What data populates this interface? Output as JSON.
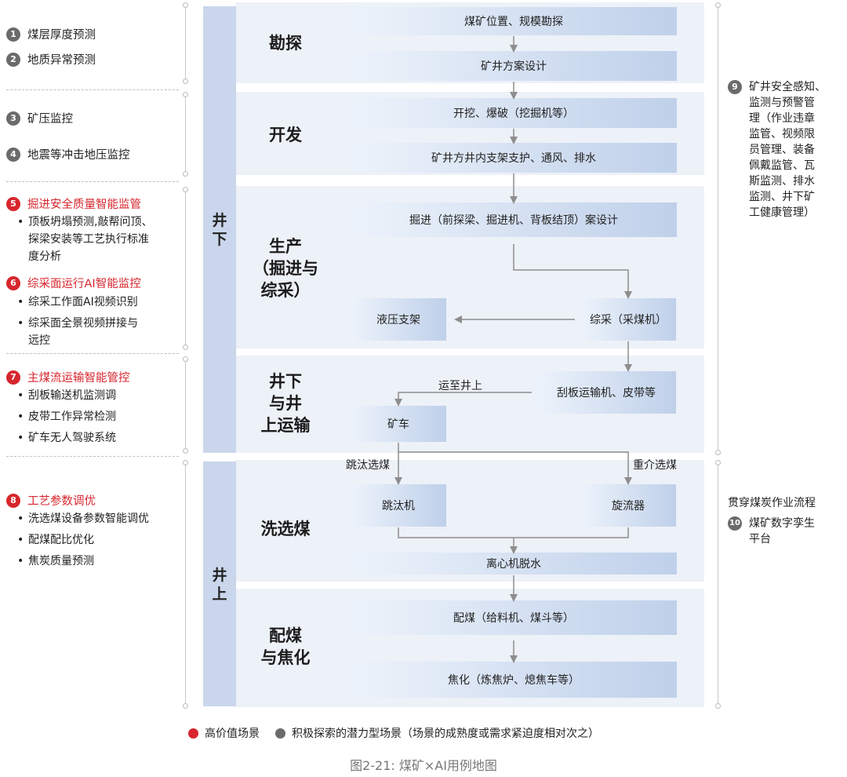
{
  "left": {
    "s1": {
      "num": "1",
      "label": "煤层厚度预测"
    },
    "s2": {
      "num": "2",
      "label": "地质异常预测"
    },
    "s3": {
      "num": "3",
      "label": "矿压监控"
    },
    "s4": {
      "num": "4",
      "label": "地震等冲击地压监控"
    },
    "s5": {
      "num": "5",
      "label": "掘进安全质量智能监管",
      "bullets": [
        "顶板坍塌预测,敲帮问顶、",
        "探梁安装等工艺执行标准",
        "度分析"
      ]
    },
    "s6": {
      "num": "6",
      "label": "综采面运行AI智能监控",
      "bullets": [
        "综采工作面AI视频识别",
        "综采面全景视频拼接与",
        "远控"
      ]
    },
    "s7": {
      "num": "7",
      "label": "主煤流运输智能管控",
      "bullets": [
        "刮板输送机监测调",
        "皮带工作异常检测",
        "矿车无人驾驶系统"
      ]
    },
    "s8": {
      "num": "8",
      "label": "工艺参数调优",
      "bullets": [
        "洗选煤设备参数智能调优",
        "配煤配比优化",
        "焦炭质量预测"
      ]
    }
  },
  "columns": {
    "underground": [
      "井",
      "下"
    ],
    "surface": [
      "井",
      "上"
    ]
  },
  "stages": {
    "explore": "勘探",
    "develop": "开发",
    "produce": [
      "生产",
      "（掘进与",
      "综采）"
    ],
    "transport": [
      "井下",
      "与井",
      "上运输"
    ],
    "wash": "洗选煤",
    "blend": [
      "配煤",
      "与焦化"
    ]
  },
  "boxes": {
    "b1": "煤矿位置、规模勘探",
    "b2": "矿井方案设计",
    "b3": "开挖、爆破（挖掘机等）",
    "b4": "矿井方井内支架支护、通风、排水",
    "b5": "掘进（前探梁、掘进机、背板结顶）案设计",
    "b6": "液压支架",
    "b7": "综采（采煤机）",
    "b8": "刮板运输机、皮带等",
    "b9": "矿车",
    "b10": "跳汰机",
    "b11": "旋流器",
    "b12": "离心机脱水",
    "b13": "配煤（给料机、煤斗等）",
    "b14": "焦化（炼焦炉、熄焦车等）"
  },
  "notes": {
    "to_surface": "运至井上",
    "jig": "跳汰选煤",
    "dense": "重介选煤"
  },
  "right": {
    "s9": {
      "num": "9",
      "lines": [
        "矿井安全感知、",
        "监测与预警管",
        "理（作业违章",
        "监管、视频限",
        "员管理、装备",
        "佩戴监管、瓦",
        "斯监测、排水",
        "监测、井下矿",
        "工健康管理）"
      ]
    },
    "through": "贯穿煤炭作业流程",
    "s10": {
      "num": "10",
      "lines": [
        "煤矿数字孪生",
        "平台"
      ]
    }
  },
  "legend": {
    "high": "高价值场景",
    "potential": "积极探索的潜力型场景（场景的成熟度或需求紧迫度相对次之）"
  },
  "caption": "图2-21: 煤矿×AI用例地图",
  "colors": {
    "red": "#d7262e",
    "gray": "#6b6b6b",
    "panel": "#edf1f8",
    "bar": "#c9d6ec",
    "arrow": "#8e8e8e"
  }
}
